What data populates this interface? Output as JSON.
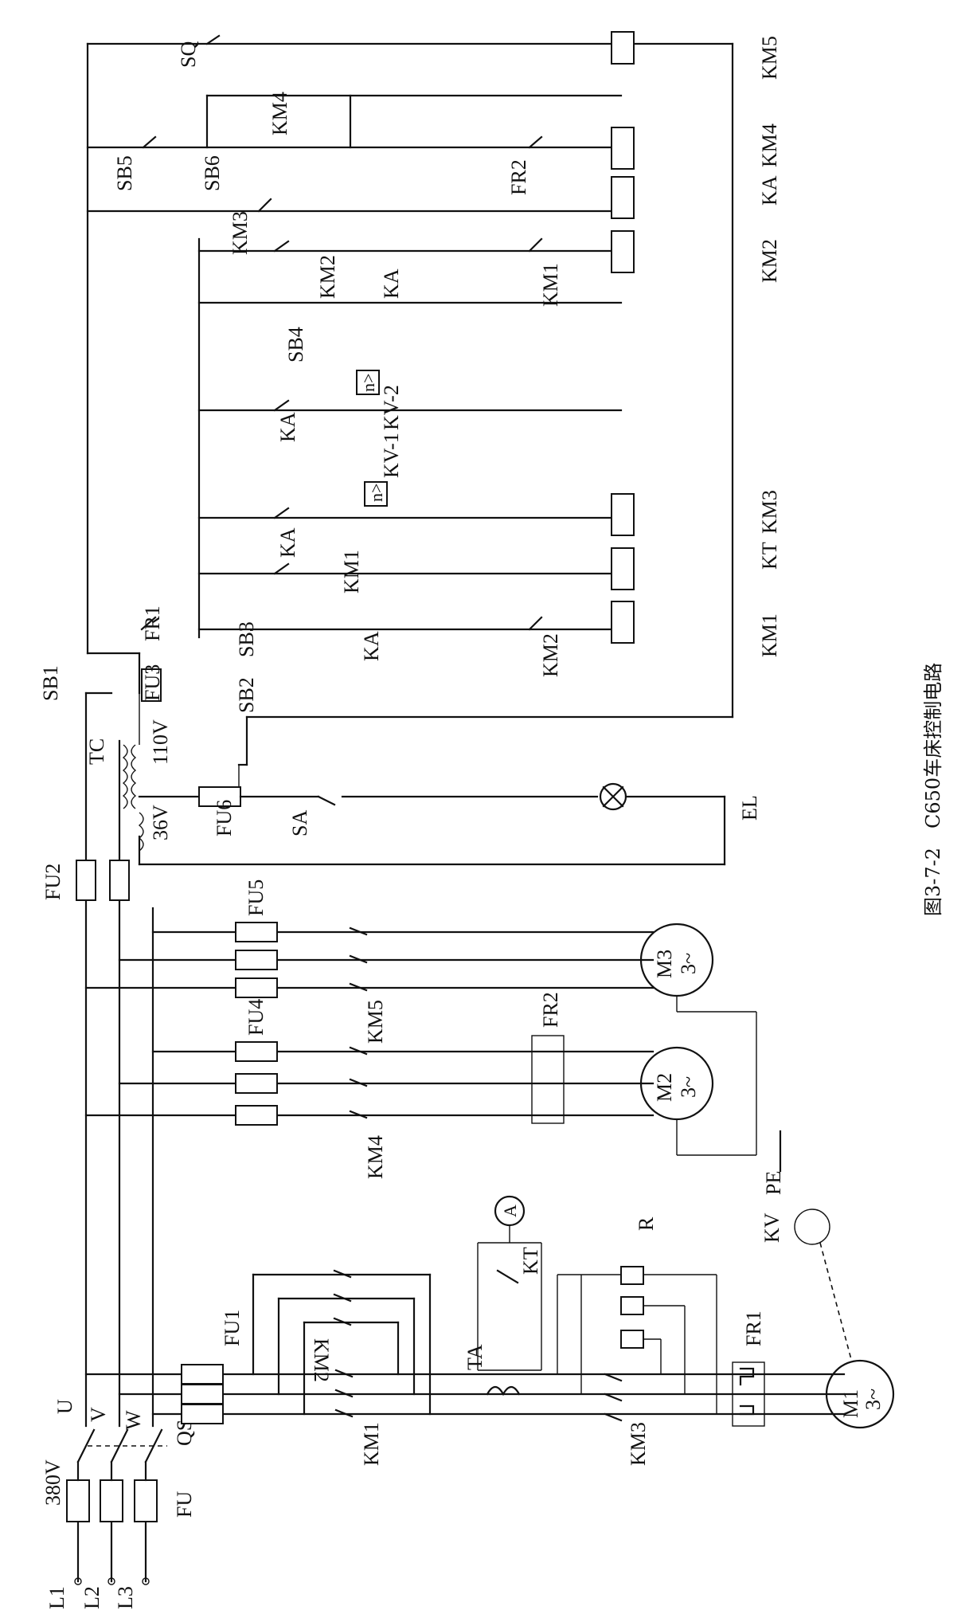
{
  "caption": "图3-7-2　C650车床控制电路",
  "supply": {
    "voltage": "380V",
    "lines": [
      "L1",
      "L2",
      "L3"
    ],
    "phases": [
      "U",
      "V",
      "W"
    ],
    "fuse": "FU",
    "switch": "QS"
  },
  "power_circuit": {
    "fu1": "FU1",
    "km1": "KM1",
    "km2": "KM2",
    "km3": "KM3",
    "ta": "TA",
    "kt": "KT",
    "ammeter": "A",
    "resistor": "R",
    "fr1": "FR1",
    "kv": "KV",
    "m1": "M1",
    "m1_type": "3~",
    "km4": "KM4",
    "fu4": "FU4",
    "fr2": "FR2",
    "m2": "M2",
    "m2_type": "3~",
    "km5": "KM5",
    "fu5": "FU5",
    "m3": "M3",
    "m3_type": "3~",
    "pe": "PE"
  },
  "control_circuit": {
    "fu2": "FU2",
    "tc": "TC",
    "v110": "110V",
    "v36": "36V",
    "fu6": "FU6",
    "sa": "SA",
    "el": "EL",
    "sb1": "SB1",
    "fu3": "FU3",
    "fr1": "FR1",
    "sb2": "SB2",
    "sb3": "SB3",
    "sb4": "SB4",
    "sb5": "SB5",
    "sb6": "SB6",
    "sq": "SQ",
    "fr2": "FR2",
    "ka": "KA",
    "km1": "KM1",
    "km2": "KM2",
    "km3": "KM3",
    "km4": "KM4",
    "kv1": "KV-1",
    "kv2": "KV-2",
    "n_sym": "n>"
  },
  "coils": [
    {
      "label": "KM1"
    },
    {
      "label": "KT"
    },
    {
      "label": "KM3"
    },
    {
      "label": "KM2"
    },
    {
      "label": "KA"
    },
    {
      "label": "KM4"
    },
    {
      "label": "KM5"
    }
  ]
}
